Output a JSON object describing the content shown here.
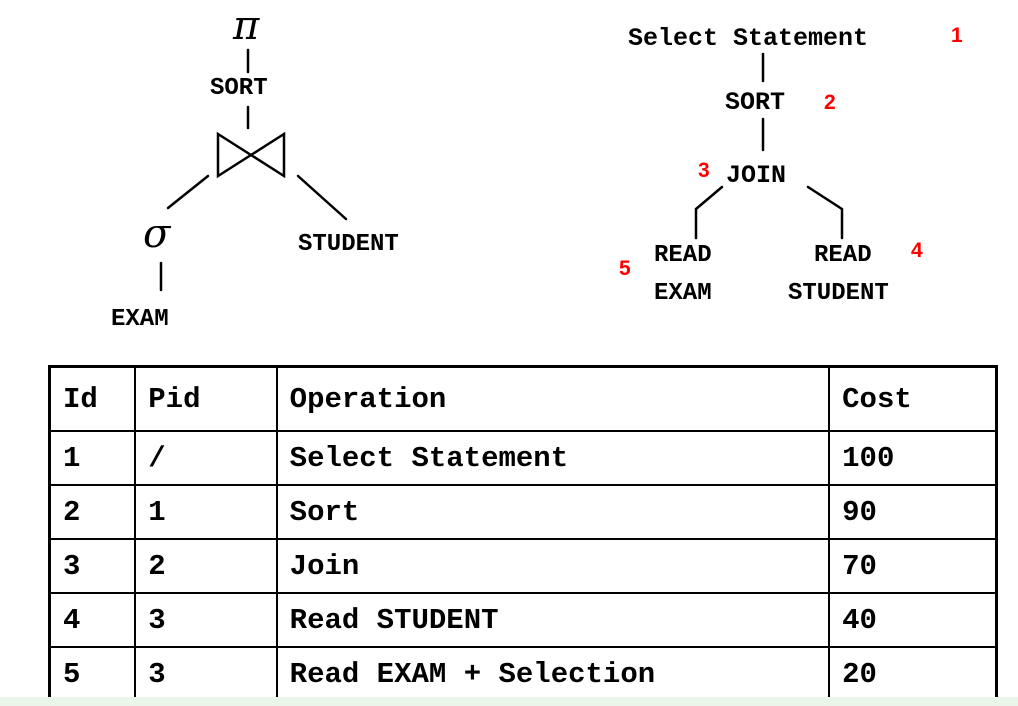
{
  "relational_tree": {
    "root_symbol": "π",
    "sort_label": "SORT",
    "join_symbol": "⋈",
    "selection_symbol": "σ",
    "left_leaf": "EXAM",
    "right_leaf": "STUDENT"
  },
  "physical_plan": {
    "root_label": "Select Statement",
    "root_num": "1",
    "sort_label": "SORT",
    "sort_num": "2",
    "join_label": "JOIN",
    "join_num": "3",
    "left_read_line1": "READ",
    "left_read_line2": "EXAM",
    "left_num": "5",
    "right_read_line1": "READ",
    "right_read_line2": "STUDENT",
    "right_num": "4"
  },
  "table": {
    "headers": [
      "Id",
      "Pid",
      "Operation",
      "Cost"
    ],
    "rows": [
      [
        "1",
        "/",
        "Select Statement",
        "100"
      ],
      [
        "2",
        "1",
        "Sort",
        "90"
      ],
      [
        "3",
        "2",
        "Join",
        "70"
      ],
      [
        "4",
        "3",
        "Read STUDENT",
        "40"
      ],
      [
        "5",
        "3",
        "Read EXAM + Selection",
        "20"
      ]
    ]
  }
}
